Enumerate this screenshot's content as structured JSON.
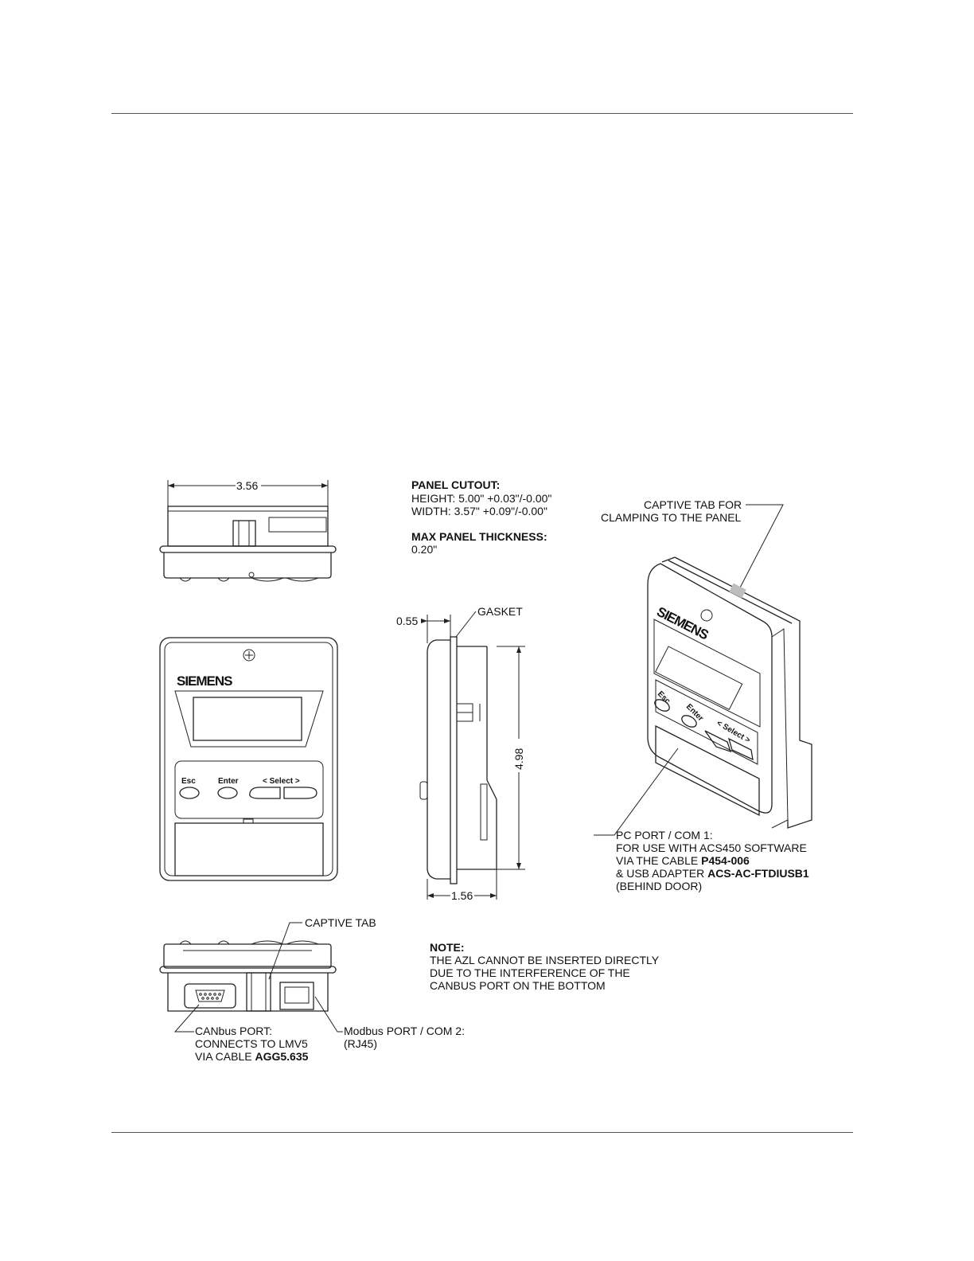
{
  "dimensions": {
    "top_width": "3.56",
    "depth": "0.55",
    "height": "4.98",
    "side_width": "1.56"
  },
  "panel_cutout": {
    "heading": "PANEL CUTOUT:",
    "height": "HEIGHT: 5.00\" +0.03\"/-0.00\"",
    "width": "WIDTH: 3.57\" +0.09\"/-0.00\"",
    "thickness_heading": "MAX PANEL THICKNESS:",
    "thickness": "0.20\""
  },
  "labels": {
    "gasket": "GASKET",
    "captive_tab_clamp_1": "CAPTIVE TAB FOR",
    "captive_tab_clamp_2": "CLAMPING TO THE PANEL",
    "captive_tab": "CAPTIVE TAB",
    "pc_port_1": "PC PORT / COM 1:",
    "pc_port_2": "FOR USE WITH ACS450 SOFTWARE",
    "pc_port_3": "VIA THE CABLE ",
    "pc_port_3b": "P454-006",
    "pc_port_4": "& USB ADAPTER ",
    "pc_port_4b": "ACS-AC-FTDIUSB1",
    "pc_port_5": "(BEHIND DOOR)",
    "canbus_1": "CANbus PORT:",
    "canbus_2": "CONNECTS TO LMV5",
    "canbus_3": "VIA CABLE ",
    "canbus_3b": "AGG5.635",
    "modbus_1": "Modbus PORT / COM 2:",
    "modbus_2": "(RJ45)"
  },
  "note": {
    "heading": "NOTE:",
    "line1": "THE AZL CANNOT BE INSERTED DIRECTLY",
    "line2": "DUE TO THE INTERFERENCE OF THE",
    "line3": "CANBUS PORT ON THE BOTTOM"
  },
  "device": {
    "brand": "SIEMENS",
    "key_esc": "Esc",
    "key_enter": "Enter",
    "key_select": "< Select >"
  }
}
